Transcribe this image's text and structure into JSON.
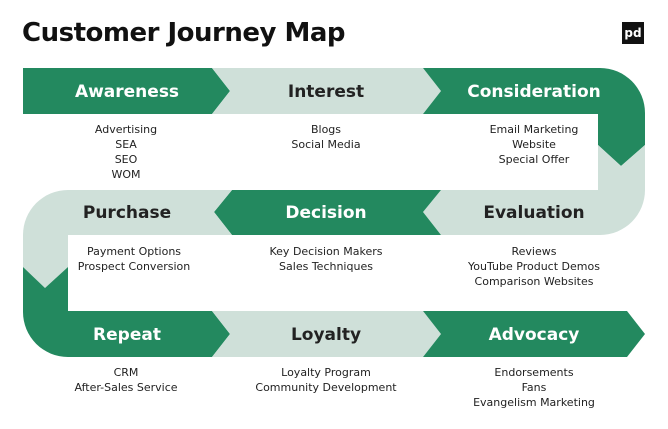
{
  "title": "Customer Journey Map",
  "logo": "pd",
  "colors": {
    "dark": "#23895f",
    "light": "#cfe0d9"
  },
  "stages": [
    {
      "name": "Awareness",
      "tone": "dark",
      "items": [
        "Advertising",
        "SEA",
        "SEO",
        "WOM"
      ]
    },
    {
      "name": "Interest",
      "tone": "light",
      "items": [
        "Blogs",
        "Social Media"
      ]
    },
    {
      "name": "Consideration",
      "tone": "dark",
      "items": [
        "Email Marketing",
        "Website",
        "Special Offer"
      ]
    },
    {
      "name": "Purchase",
      "tone": "light",
      "items": [
        "Payment Options",
        "Prospect Conversion"
      ]
    },
    {
      "name": "Decision",
      "tone": "dark",
      "items": [
        "Key Decision Makers",
        "Sales Techniques"
      ]
    },
    {
      "name": "Evaluation",
      "tone": "light",
      "items": [
        "Reviews",
        "YouTube Product Demos",
        "Comparison Websites"
      ]
    },
    {
      "name": "Repeat",
      "tone": "dark",
      "items": [
        "CRM",
        "After-Sales Service"
      ]
    },
    {
      "name": "Loyalty",
      "tone": "light",
      "items": [
        "Loyalty Program",
        "Community Development"
      ]
    },
    {
      "name": "Advocacy",
      "tone": "dark",
      "items": [
        "Endorsements",
        "Fans",
        "Evangelism Marketing"
      ]
    }
  ]
}
